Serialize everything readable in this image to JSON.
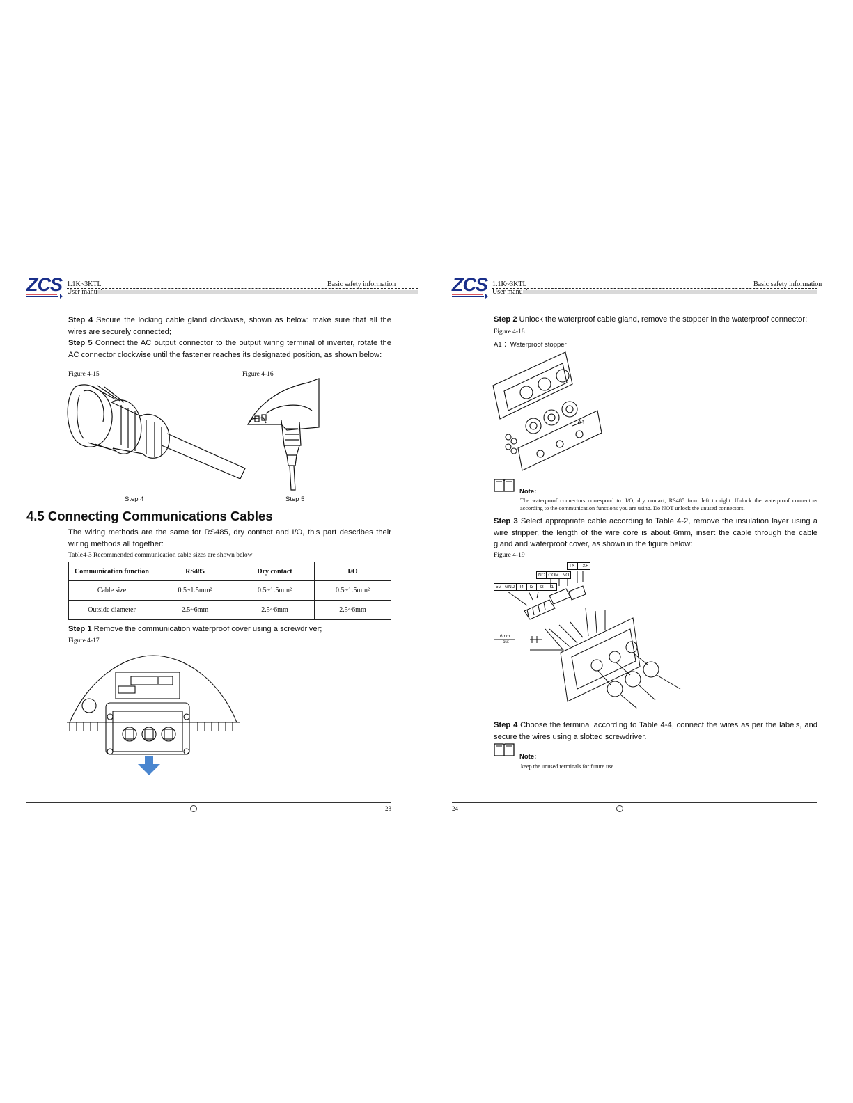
{
  "header": {
    "logo": "ZCS",
    "model": "1.1K~3KTL",
    "manual": "User manual",
    "section": "Basic safety information"
  },
  "left": {
    "step4": {
      "label": "Step 4",
      "text": " Secure the locking cable gland clockwise, shown as below: make sure that all the wires are securely connected;"
    },
    "step5": {
      "label": "Step 5",
      "text": " Connect the AC output connector to the output wiring terminal of        inverter, rotate the AC connector clockwise until the fastener reaches its designated position, as shown below:"
    },
    "fig15": "Figure 4-15",
    "fig16": "Figure 4-16",
    "cap_step4": "Step 4",
    "cap_step5": "Step 5",
    "heading": "4.5 Connecting Communications Cables",
    "intro": "The wiring methods are the same for RS485, dry contact and I/O, this part describes their wiring methods all together:",
    "table_caption": "Table4-3 Recommended communication cable sizes are shown below",
    "table": {
      "headers": [
        "Communication function",
        "RS485",
        "Dry contact",
        "I/O"
      ],
      "rows": [
        [
          "Cable size",
          "0.5~1.5mm²",
          "0.5~1.5mm²",
          "0.5~1.5mm²"
        ],
        [
          "Outside diameter",
          "2.5~6mm",
          "2.5~6mm",
          "2.5~6mm"
        ]
      ]
    },
    "step1": {
      "label": "Step 1",
      "text": " Remove the communication waterproof cover using a screwdriver;"
    },
    "fig17": "Figure 4-17",
    "page_number": "23"
  },
  "right": {
    "step2": {
      "label": "Step 2",
      "text": " Unlock the waterproof cable gland, remove the stopper in the waterproof connector;"
    },
    "fig18": "Figure 4-18",
    "a1_label": "A1 ：Waterproof stopper",
    "a1_tag": "A1",
    "note_label": "Note:",
    "note1": "The waterproof connectors correspond to: I/O, dry contact, RS485 from left to right. Unlock the waterproof connectors according to the communication functions you are using. Do NOT unlock the unused connectors.",
    "step3": {
      "label": "Step 3",
      "text": " Select appropriate cable according to Table 4-2, remove the insulation layer using a wire stripper, the length of the wire core is about 6mm, insert the cable through the cable gland and waterproof cover, as shown in the figure below:"
    },
    "fig19": "Figure 4-19",
    "terminals_a": [
      "TX-",
      "TX+"
    ],
    "terminals_b": [
      "NC",
      "COM",
      "NO"
    ],
    "terminals_c": [
      "5V",
      "GND",
      "I4",
      "I3",
      "I2",
      "I1"
    ],
    "cut_label": "6mm",
    "cut_sub": "cut",
    "step4": {
      "label": "Step 4",
      "text": " Choose the terminal according to Table 4-4, connect the wires as per the labels, and secure the wires using a slotted screwdriver."
    },
    "note2": "keep the unused terminals for future use.",
    "page_number": "24"
  },
  "colors": {
    "brand": "#1a2f8a",
    "accent_red": "#d21f26",
    "arrow_blue": "#4a86cf"
  }
}
